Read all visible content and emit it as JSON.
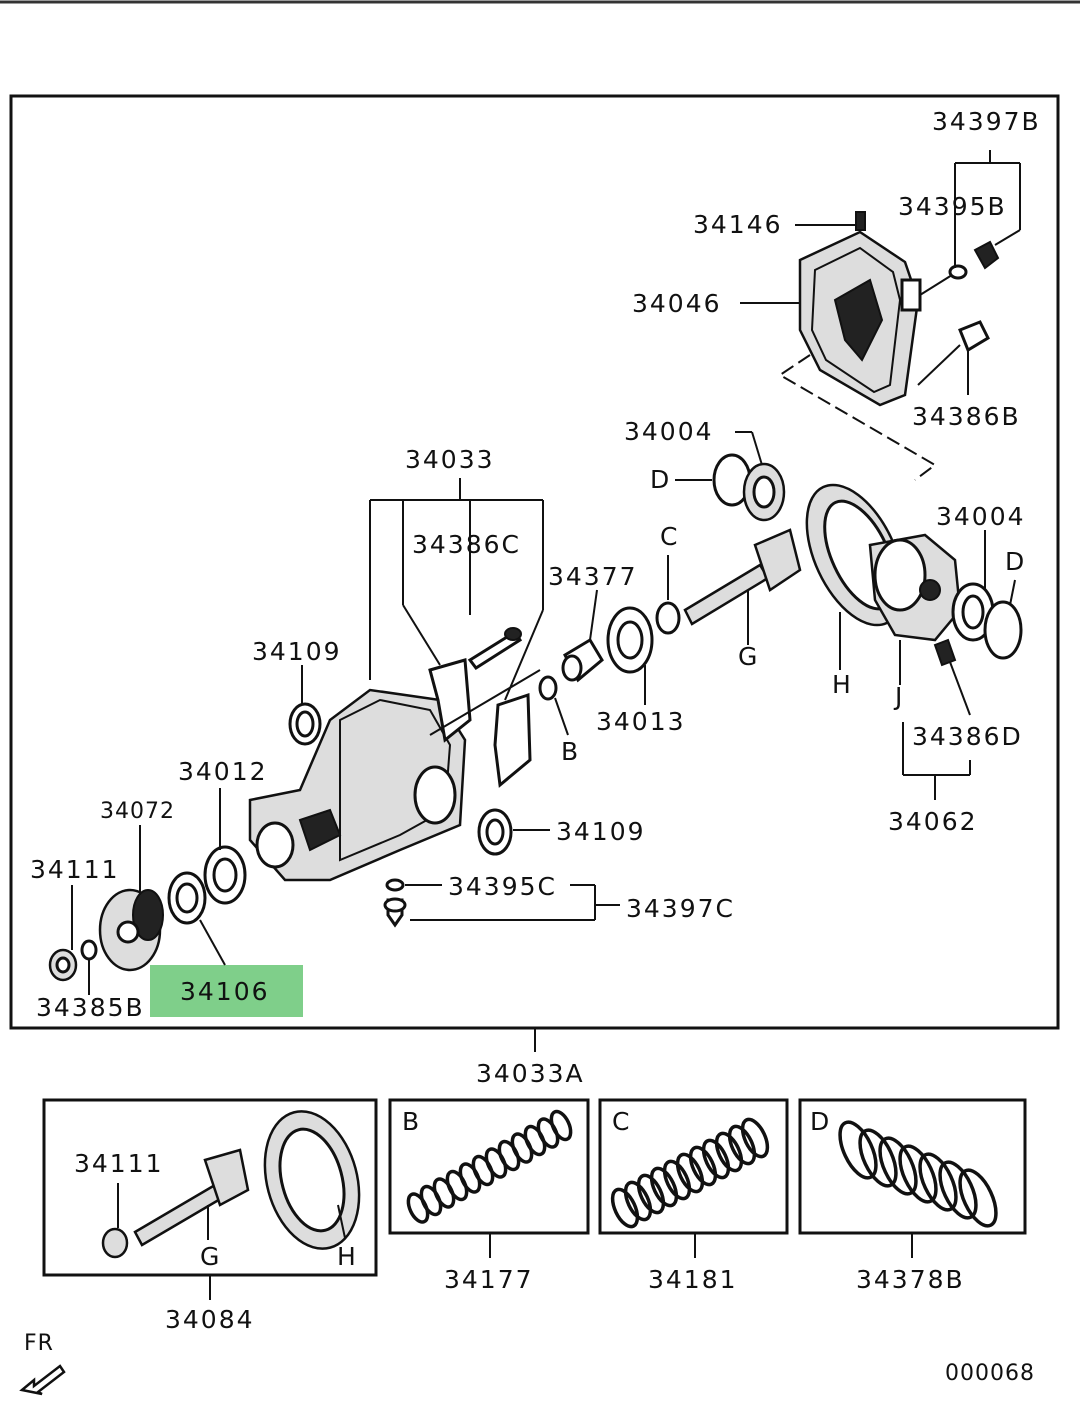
{
  "highlight_color": "#7fcf8a",
  "labels": {
    "p34397B": "34397B",
    "p34395B": "34395B",
    "p34146": "34146",
    "p34046": "34046",
    "p34386B": "34386B",
    "p34004a": "34004",
    "p34004b": "34004",
    "pDa": "D",
    "pDb": "D",
    "p34033": "34033",
    "p34386C": "34386C",
    "p34377": "34377",
    "pC": "C",
    "pG": "G",
    "pH": "H",
    "pJ": "J",
    "p34386D": "34386D",
    "p34062": "34062",
    "p34109a": "34109",
    "p34013": "34013",
    "pB": "B",
    "p34012": "34012",
    "p34072": "34072",
    "p34111": "34111",
    "p34109b": "34109",
    "p34395C": "34395C",
    "p34397C": "34397C",
    "p34106": "34106",
    "p34385B": "34385B",
    "p34033A": "34033A"
  },
  "sub_kits": {
    "kit_34084": {
      "code": "34084",
      "nut_label": "34111",
      "pinion_label": "G",
      "ring_label": "H"
    },
    "kit_34177": {
      "code": "34177",
      "letter": "B"
    },
    "kit_34181": {
      "code": "34181",
      "letter": "C"
    },
    "kit_34378B": {
      "code": "34378B",
      "letter": "D"
    }
  },
  "footer": {
    "direction": "FR",
    "diagram_id": "000068"
  }
}
